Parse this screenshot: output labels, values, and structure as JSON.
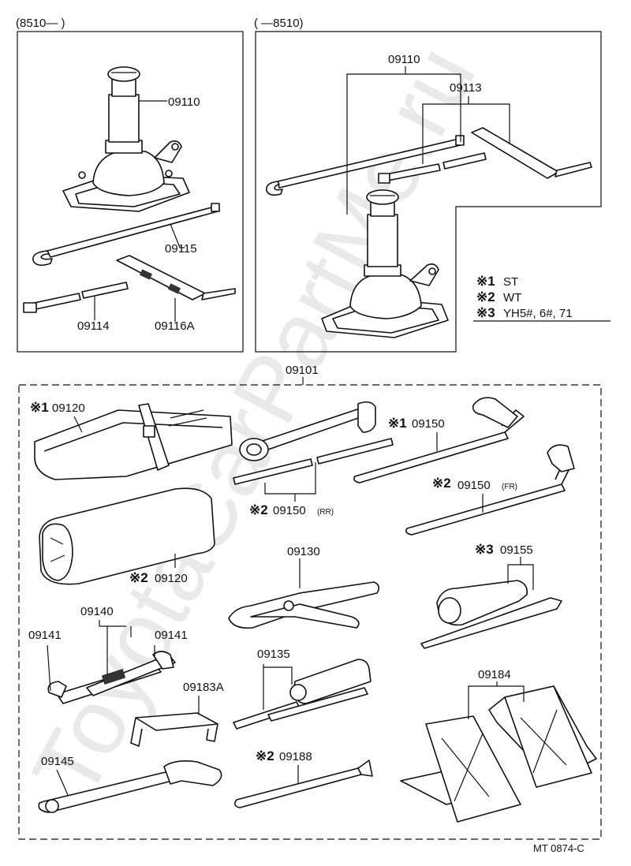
{
  "watermark": "ToyotaCarPartMe.ru",
  "panels": {
    "left_range": "(8510—        )",
    "right_range": "(          —8510)",
    "set_number": "09101",
    "drawing_ref": "MT  0874-C"
  },
  "legend": [
    {
      "mark": "※1",
      "code": "ST"
    },
    {
      "mark": "※2",
      "code": "WT"
    },
    {
      "mark": "※3",
      "code": "YH5#, 6#, 71"
    }
  ],
  "parts": {
    "p09110_left": "09110",
    "p09115": "09115",
    "p09114": "09114",
    "p09116a": "09116A",
    "p09110_right": "09110",
    "p09113": "09113",
    "p09120_top": "09120",
    "p09120_bottom": "09120",
    "p09150_st": "09150",
    "p09150_fr": "09150",
    "fr_suffix": "(FR)",
    "p09150_rr": "09150",
    "rr_suffix": "(RR)",
    "p09130": "09130",
    "p09155": "09155",
    "p09140": "09140",
    "p09141_left": "09141",
    "p09141_right": "09141",
    "p09135": "09135",
    "p09183a": "09183A",
    "p09184": "09184",
    "p09145": "09145",
    "p09188": "09188"
  },
  "marks": {
    "m09120_top": "※1",
    "m09150_st": "※1",
    "m09150_fr": "※2",
    "m09150_rr": "※2",
    "m09120_bottom": "※2",
    "m09155": "※3",
    "m09188": "※2"
  }
}
